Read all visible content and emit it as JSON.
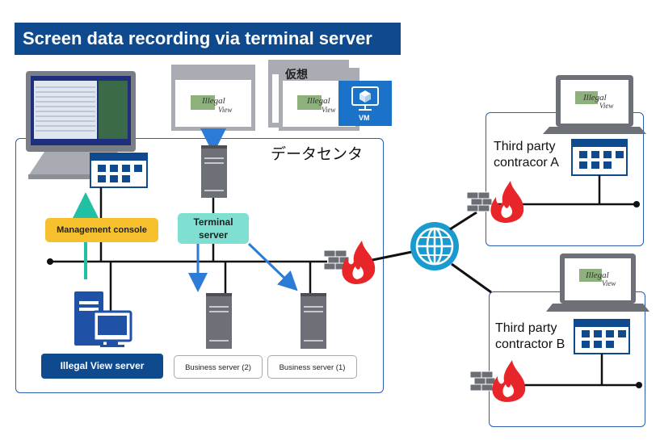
{
  "title": "Screen data recording via terminal server",
  "datacenter_label": "データセンタ",
  "virtual_label": "仮想",
  "vm_label": "VM",
  "management_console_label": "Management console",
  "terminal_server_label_line1": "Terminal",
  "terminal_server_label_line2": "server",
  "illegal_view_server_label": "Illegal View server",
  "business_server_2_label": "Business server (2)",
  "business_server_1_label": "Business server (1)",
  "third_party_a_line1": "Third party",
  "third_party_a_line2": "contracor A",
  "third_party_b_line1": "Third party",
  "third_party_b_line2": "contractor B",
  "colors": {
    "title_bg": "#0f4a8e",
    "accent_blue": "#1a73c9",
    "management_console": "#f6c12c",
    "terminal_server": "#7fe0d2",
    "firewall_fire": "#e8262a",
    "globe": "#1a9bd0"
  }
}
